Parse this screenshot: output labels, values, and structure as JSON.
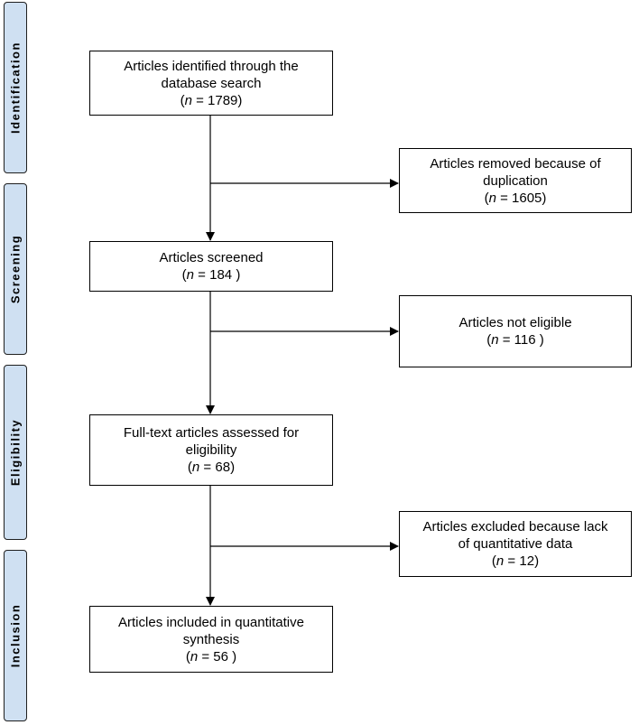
{
  "phases": [
    {
      "id": "identification",
      "label": "Identification"
    },
    {
      "id": "screening",
      "label": "Screening"
    },
    {
      "id": "eligibility",
      "label": "Eligibility"
    },
    {
      "id": "inclusion",
      "label": "Inclusion"
    }
  ],
  "main_boxes": [
    {
      "id": "identified",
      "lines": [
        "Articles identified through the",
        "database search"
      ],
      "n": "1789"
    },
    {
      "id": "screened",
      "lines": [
        "Articles screened"
      ],
      "n": "184 "
    },
    {
      "id": "fulltext",
      "lines": [
        "Full-text articles assessed for",
        "eligibility"
      ],
      "n": "68"
    },
    {
      "id": "included",
      "lines": [
        "Articles included in quantitative",
        "synthesis"
      ],
      "n": "56 "
    }
  ],
  "side_boxes": [
    {
      "id": "duplicates",
      "lines": [
        "Articles removed because of",
        "duplication"
      ],
      "n": "1605"
    },
    {
      "id": "not-eligible",
      "lines": [
        "Articles not eligible"
      ],
      "n": "116 "
    },
    {
      "id": "excluded",
      "lines": [
        "Articles excluded because lack",
        "of quantitative data"
      ],
      "n": "12"
    }
  ],
  "n_label": {
    "open": "(",
    "var": "n",
    "eq": " = ",
    "close": ")"
  }
}
